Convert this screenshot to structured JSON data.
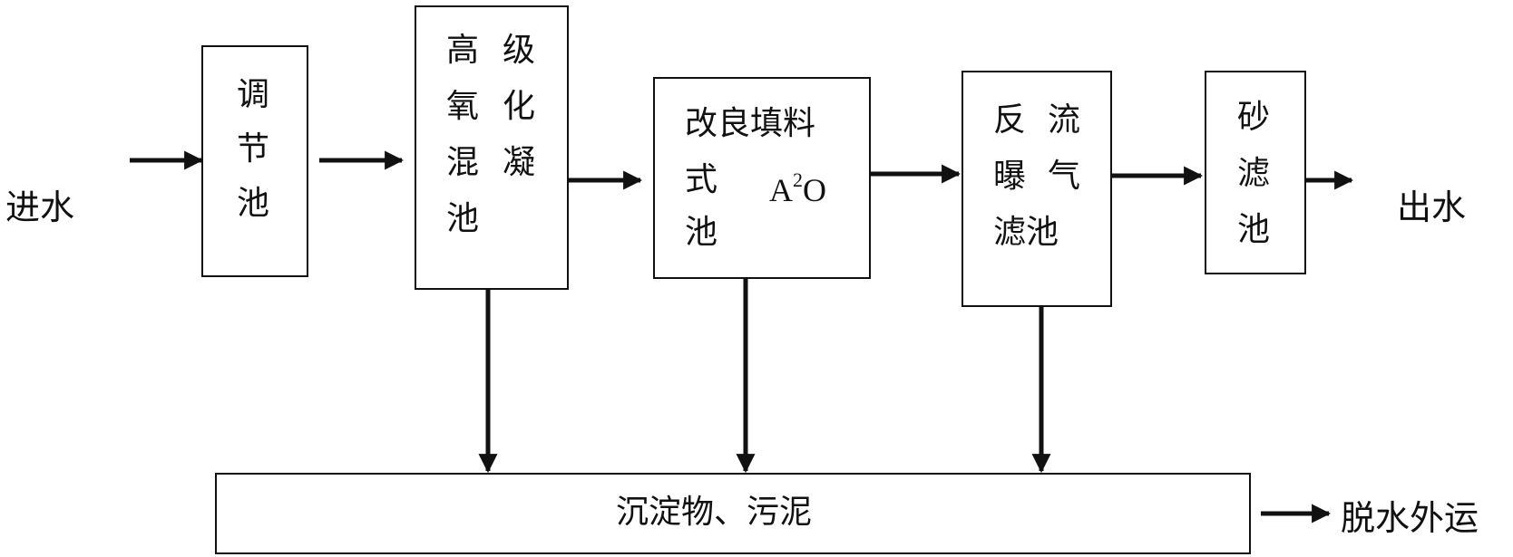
{
  "inlet": "进水",
  "outlet": "出水",
  "sludge_disposal": "脱水外运",
  "units": {
    "regulating_tank": [
      "调",
      "节",
      "池"
    ],
    "advanced_oxidation": [
      "高",
      "级",
      "氧",
      "化",
      "混",
      "凝",
      "池"
    ],
    "a2o_tank": {
      "line1": "改良填料",
      "line2_left": "式",
      "a_letter": "A",
      "superscript": "2",
      "o_letter": "O",
      "line3": "池"
    },
    "baf": [
      "反",
      "流",
      "曝",
      "气",
      "滤池"
    ],
    "sand_filter": [
      "砂",
      "滤",
      "池"
    ]
  },
  "sludge_box": "沉淀物、污泥",
  "colors": {
    "line": "#111111",
    "background": "#ffffff"
  }
}
